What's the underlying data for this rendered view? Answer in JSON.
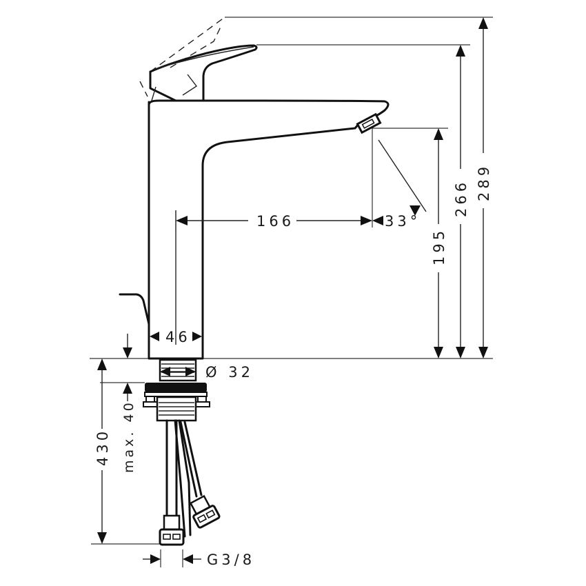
{
  "drawing": {
    "subject": "faucet-side-view-technical-drawing",
    "units": "mm",
    "colors": {
      "line": "#111111",
      "background": "#ffffff"
    }
  },
  "dimensions": {
    "spout_reach": "166",
    "spray_angle": "33°",
    "spout_height": "195",
    "lever_height": "266",
    "lever_open_height": "289",
    "body_width": "46",
    "shank_diameter": "Ø 32",
    "counter_thickness": "max. 40",
    "hose_length": "430",
    "hose_connection": "G3/8"
  }
}
